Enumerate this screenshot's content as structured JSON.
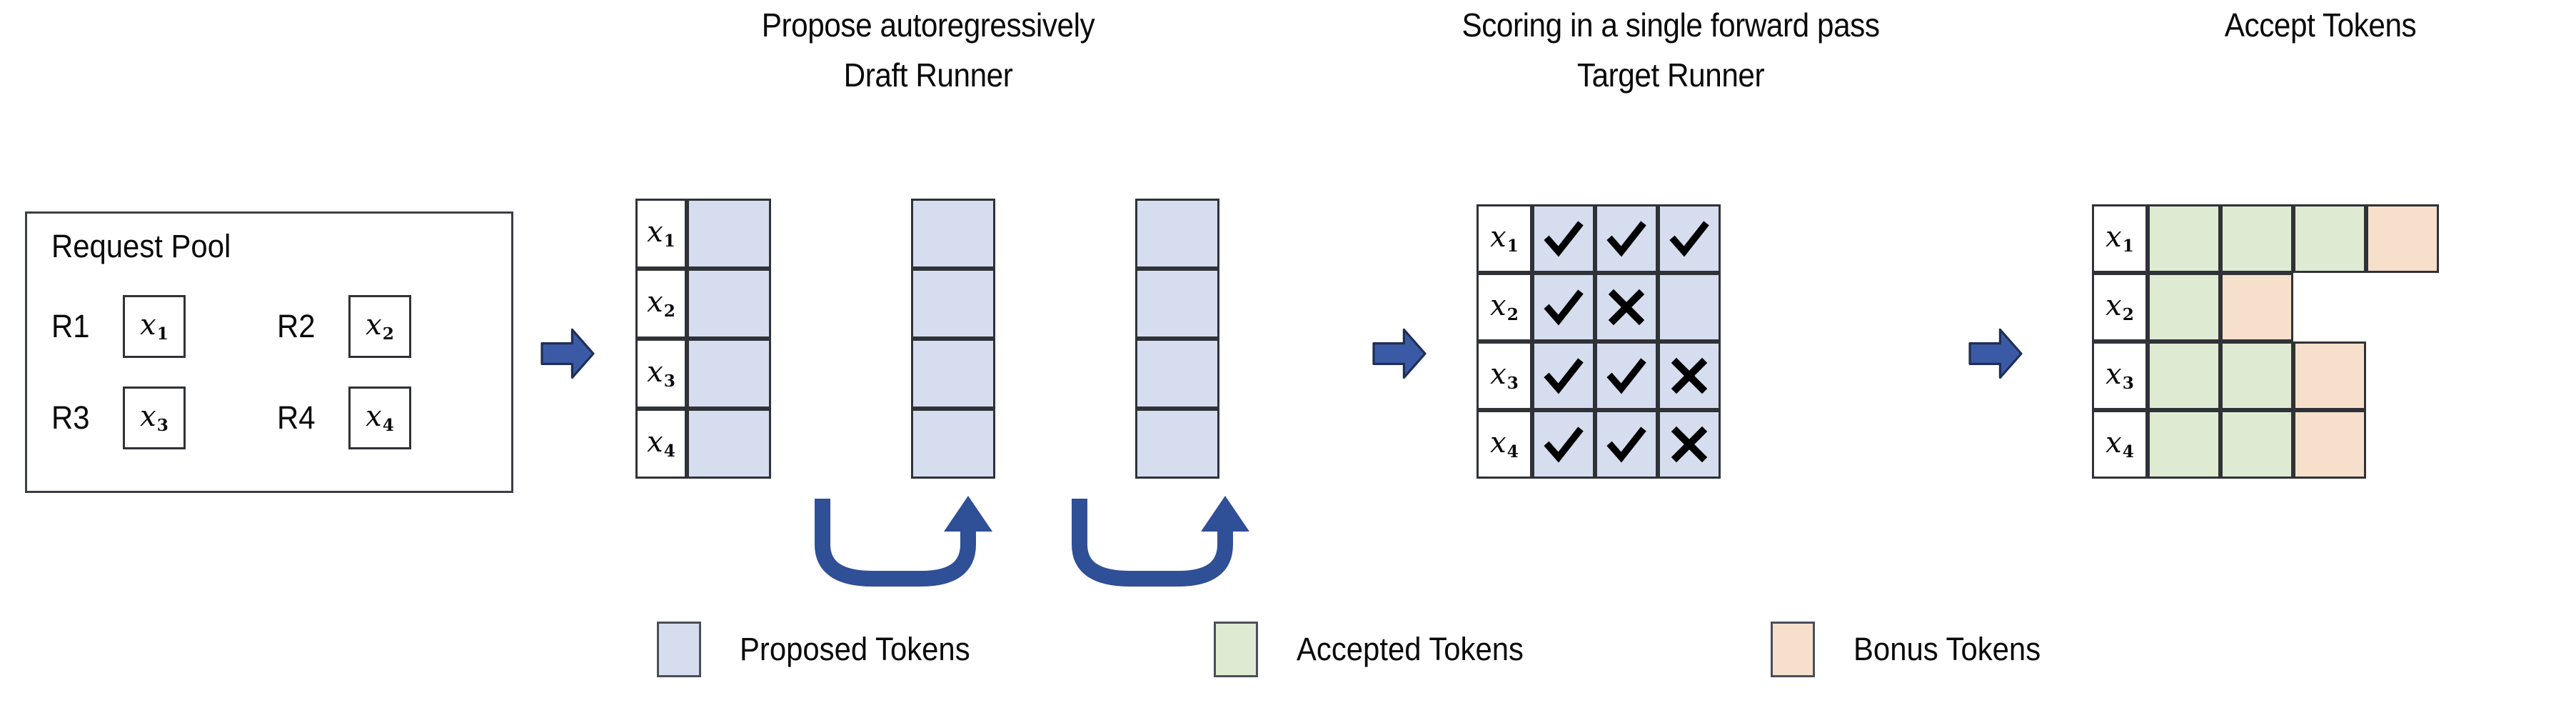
{
  "headings": {
    "propose": "Propose autoregressively",
    "draft_runner": "Draft Runner",
    "scoring": "Scoring in a single forward pass",
    "target_runner": "Target Runner",
    "accept_tokens": "Accept Tokens"
  },
  "request_pool": {
    "title": "Request Pool",
    "requests": [
      {
        "label": "R1",
        "token": "x",
        "sub": "1"
      },
      {
        "label": "R2",
        "token": "x",
        "sub": "2"
      },
      {
        "label": "R3",
        "token": "x",
        "sub": "3"
      },
      {
        "label": "R4",
        "token": "x",
        "sub": "4"
      }
    ]
  },
  "draft_runner": {
    "row_labels": [
      {
        "token": "x",
        "sub": "1"
      },
      {
        "token": "x",
        "sub": "2"
      },
      {
        "token": "x",
        "sub": "3"
      },
      {
        "token": "x",
        "sub": "4"
      }
    ],
    "steps": 3,
    "cell_fill": "proposed",
    "cells": [
      [
        "proposed",
        "proposed",
        "proposed"
      ],
      [
        "proposed",
        "proposed",
        "proposed"
      ],
      [
        "proposed",
        "proposed",
        "proposed"
      ],
      [
        "proposed",
        "proposed",
        "proposed"
      ]
    ]
  },
  "target_runner": {
    "row_labels": [
      {
        "token": "x",
        "sub": "1"
      },
      {
        "token": "x",
        "sub": "2"
      },
      {
        "token": "x",
        "sub": "3"
      },
      {
        "token": "x",
        "sub": "4"
      }
    ],
    "marks": [
      [
        "check",
        "check",
        "check"
      ],
      [
        "check",
        "cross",
        "none"
      ],
      [
        "check",
        "check",
        "cross"
      ],
      [
        "check",
        "check",
        "cross"
      ]
    ]
  },
  "accept_tokens": {
    "row_labels": [
      {
        "token": "x",
        "sub": "1"
      },
      {
        "token": "x",
        "sub": "2"
      },
      {
        "token": "x",
        "sub": "3"
      },
      {
        "token": "x",
        "sub": "4"
      }
    ],
    "cells": [
      [
        "accepted",
        "accepted",
        "accepted",
        "bonus"
      ],
      [
        "accepted",
        "bonus",
        "empty",
        "empty"
      ],
      [
        "accepted",
        "accepted",
        "bonus",
        "empty"
      ],
      [
        "accepted",
        "accepted",
        "bonus",
        "empty"
      ]
    ]
  },
  "legend": [
    {
      "swatch": "proposed",
      "label": "Proposed Tokens",
      "color": "#d5ddee"
    },
    {
      "swatch": "accepted",
      "label": "Accepted Tokens",
      "color": "#dfead2"
    },
    {
      "swatch": "bonus",
      "label": "Bonus Tokens",
      "color": "#f6e0cb"
    }
  ],
  "colors": {
    "proposed": "#d5ddee",
    "accepted": "#dfead2",
    "bonus": "#f6e0cb",
    "arrow_blue": "#3b5aa6",
    "border": "#2f3237",
    "text": "#0a0a0a"
  },
  "arrows": {
    "flow": [
      "pool-to-draft",
      "draft-to-target",
      "target-to-accept"
    ],
    "feedback": [
      "step1-to-step2",
      "step2-to-step3"
    ]
  }
}
